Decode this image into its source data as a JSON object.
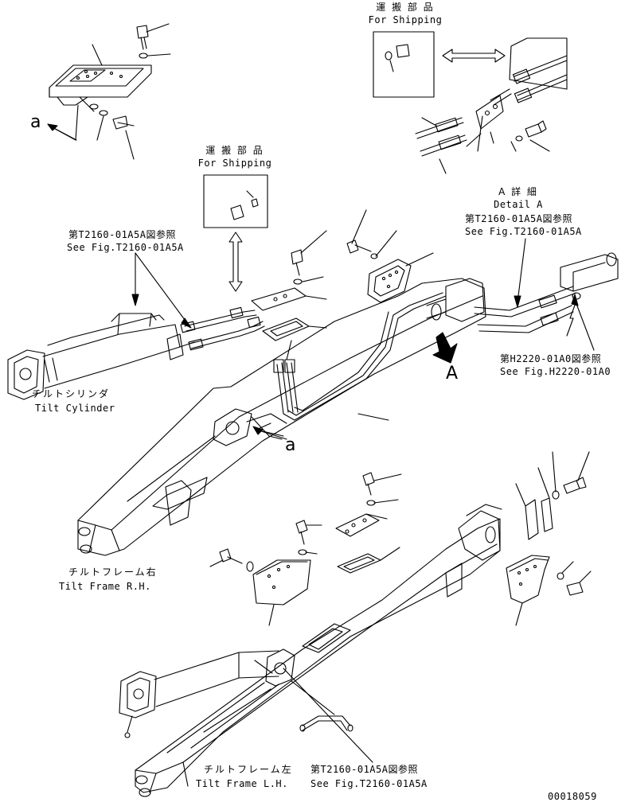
{
  "labels": {
    "shipping_top_jp": "運 搬 部 品",
    "shipping_top_en": "For Shipping",
    "shipping_mid_jp": "運 搬 部 品",
    "shipping_mid_en": "For Shipping",
    "detail_a_jp": "A 詳 細",
    "detail_a_en": "Detail A",
    "ref_t2160_top_jp": "第T2160-01A5A図参照",
    "ref_t2160_top_en": "See Fig.T2160-01A5A",
    "ref_t2160_left_jp": "第T2160-01A5A図参照",
    "ref_t2160_left_en": "See Fig.T2160-01A5A",
    "ref_h2220_jp": "第H2220-01A0図参照",
    "ref_h2220_en": "See Fig.H2220-01A0",
    "tilt_cylinder_jp": "チルトシリンダ",
    "tilt_cylinder_en": "Tilt Cylinder",
    "tilt_frame_rh_jp": "チルトフレーム右",
    "tilt_frame_rh_en": "Tilt Frame R.H.",
    "tilt_frame_lh_jp": "チルトフレーム左",
    "tilt_frame_lh_en": "Tilt Frame L.H.",
    "ref_t2160_bottom_jp": "第T2160-01A5A図参照",
    "ref_t2160_bottom_en": "See Fig.T2160-01A5A",
    "view_a_small_top": "a",
    "view_a_small_mid": "a",
    "view_a_large": "A",
    "drawing_number": "00018059"
  }
}
